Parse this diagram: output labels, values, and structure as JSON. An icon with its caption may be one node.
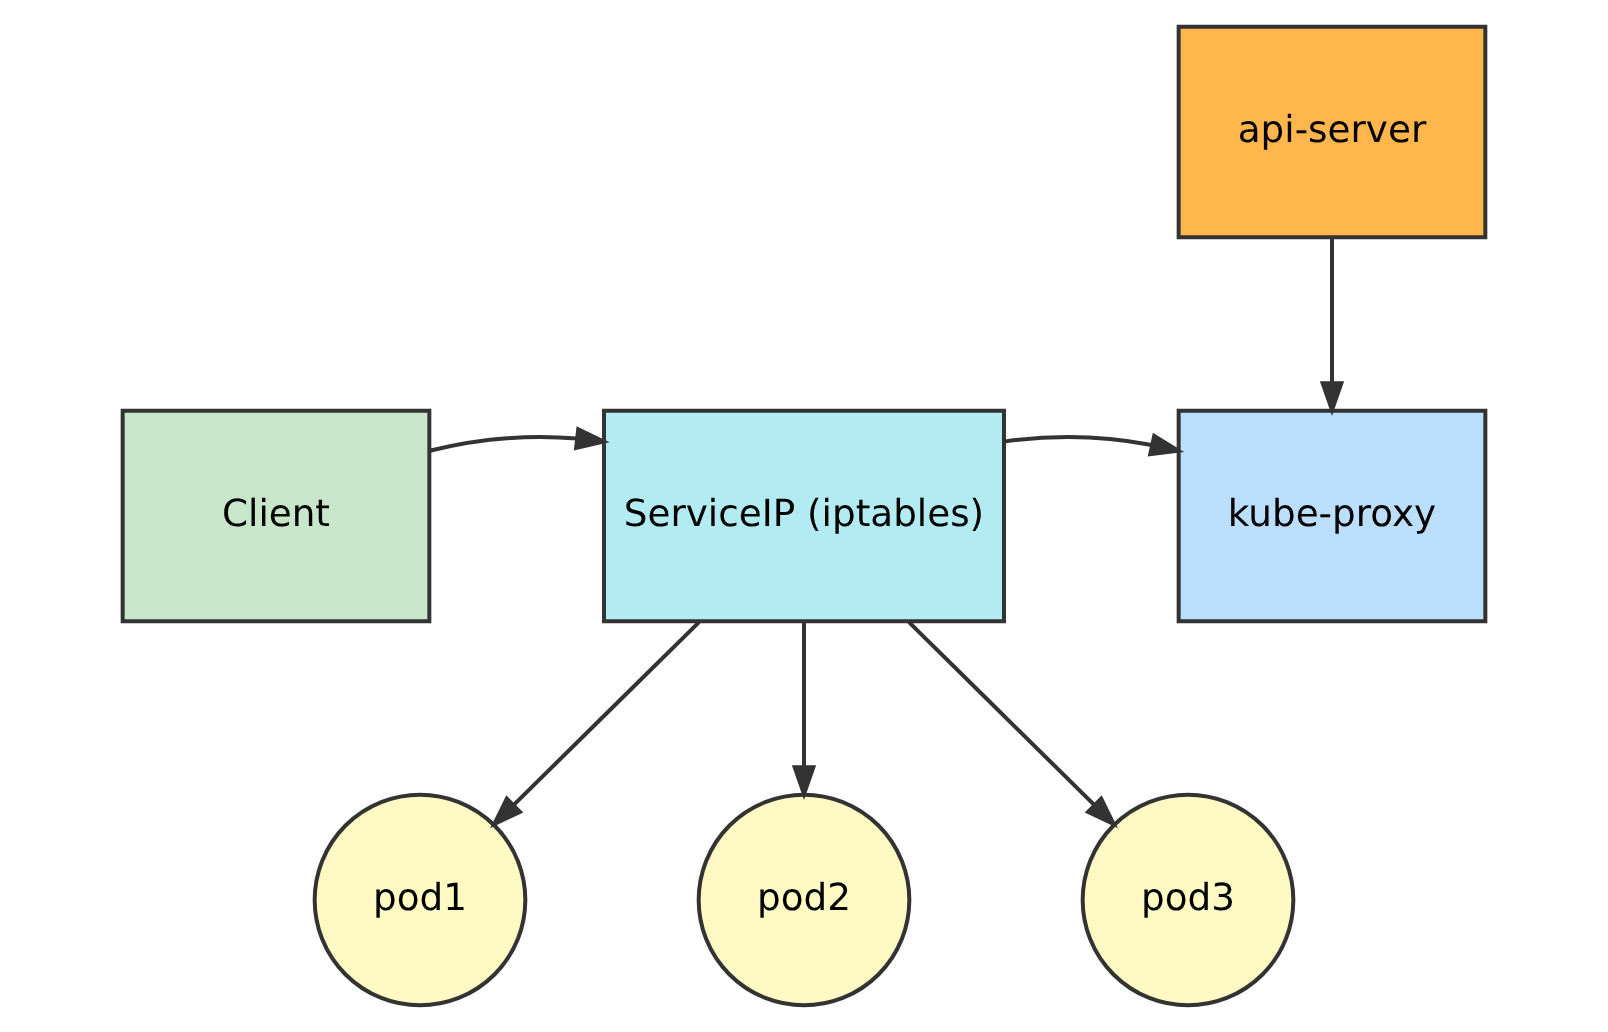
{
  "diagram": {
    "nodes": [
      {
        "text": [
          "api-server"
        ]
      },
      {
        "text": [
          "Client"
        ]
      },
      {
        "text": [
          "ServiceIP (iptables)"
        ]
      },
      {
        "text": [
          "kube-proxy"
        ]
      },
      {
        "text": [
          "pod1"
        ]
      },
      {
        "text": [
          "pod2"
        ]
      },
      {
        "text": [
          "pod3"
        ]
      }
    ],
    "edges": [
      {
        "from": 0,
        "to": 3,
        "arrow": "to"
      },
      {
        "from": 1,
        "to": 2,
        "arrow": "to"
      },
      {
        "from": 2,
        "to": 3,
        "arrow": "to"
      },
      {
        "from": 2,
        "to": 4,
        "arrow": "to"
      },
      {
        "from": 2,
        "to": 5,
        "arrow": "to"
      },
      {
        "from": 2,
        "to": 6,
        "arrow": "to"
      }
    ]
  }
}
